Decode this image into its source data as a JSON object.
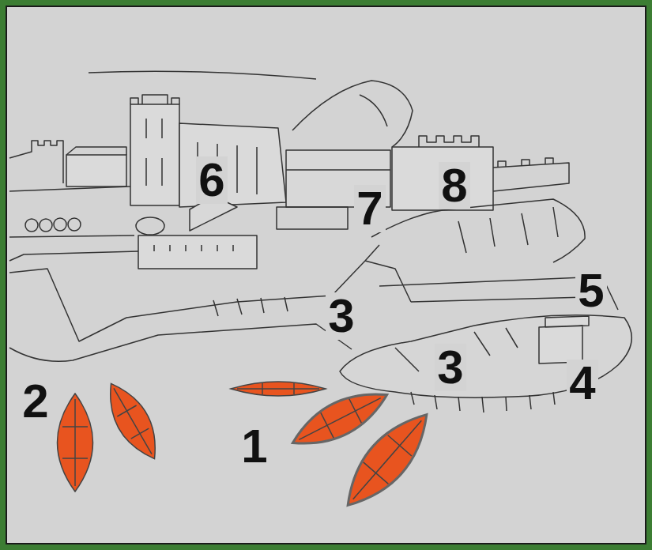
{
  "diagram": {
    "labels": [
      "6",
      "8",
      "7",
      "5",
      "3",
      "3",
      "4",
      "2",
      "1"
    ]
  }
}
